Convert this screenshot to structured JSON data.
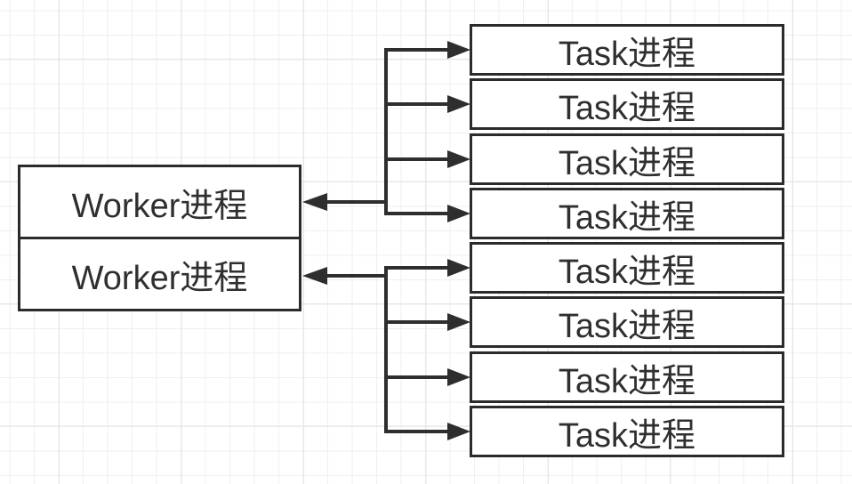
{
  "diagram": {
    "workers": [
      {
        "label": "Worker进程"
      },
      {
        "label": "Worker进程"
      }
    ],
    "tasks": [
      {
        "label": "Task进程"
      },
      {
        "label": "Task进程"
      },
      {
        "label": "Task进程"
      },
      {
        "label": "Task进程"
      },
      {
        "label": "Task进程"
      },
      {
        "label": "Task进程"
      },
      {
        "label": "Task进程"
      },
      {
        "label": "Task进程"
      }
    ],
    "connections": [
      {
        "from": "worker-1",
        "to": [
          "task-1",
          "task-2",
          "task-3",
          "task-4"
        ],
        "bidirectional_style": "worker-arrow-left, task-arrows-right"
      },
      {
        "from": "worker-2",
        "to": [
          "task-5",
          "task-6",
          "task-7",
          "task-8"
        ],
        "bidirectional_style": "worker-arrow-left, task-arrows-right"
      }
    ]
  },
  "colors": {
    "line": "#2e2e2e",
    "box_border": "#2b2b2b",
    "box_fill": "#ffffff",
    "text": "#2f2f2f",
    "background": "#ffffff",
    "grid_minor": "#efefef",
    "grid_major": "#e4e4e4"
  }
}
